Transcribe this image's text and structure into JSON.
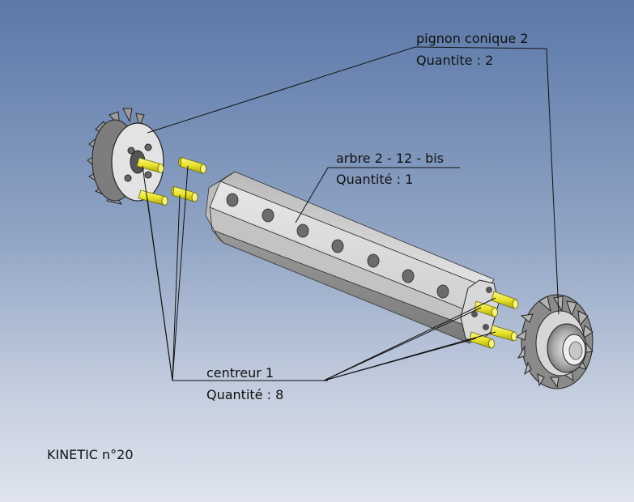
{
  "callouts": {
    "pignon": {
      "name": "pignon conique 2",
      "qty": "Quantite : 2"
    },
    "arbre": {
      "name": "arbre 2 - 12 -  bis",
      "qty": "Quantité : 1"
    },
    "centreur": {
      "name": "centreur 1",
      "qty": "Quantité : 8"
    }
  },
  "footer": {
    "model": "KINETIC n°20"
  },
  "colors": {
    "pin": "#e8e32a",
    "metal": "#c9c9c9",
    "metal_dark": "#8a8a8a",
    "line": "#111111"
  }
}
